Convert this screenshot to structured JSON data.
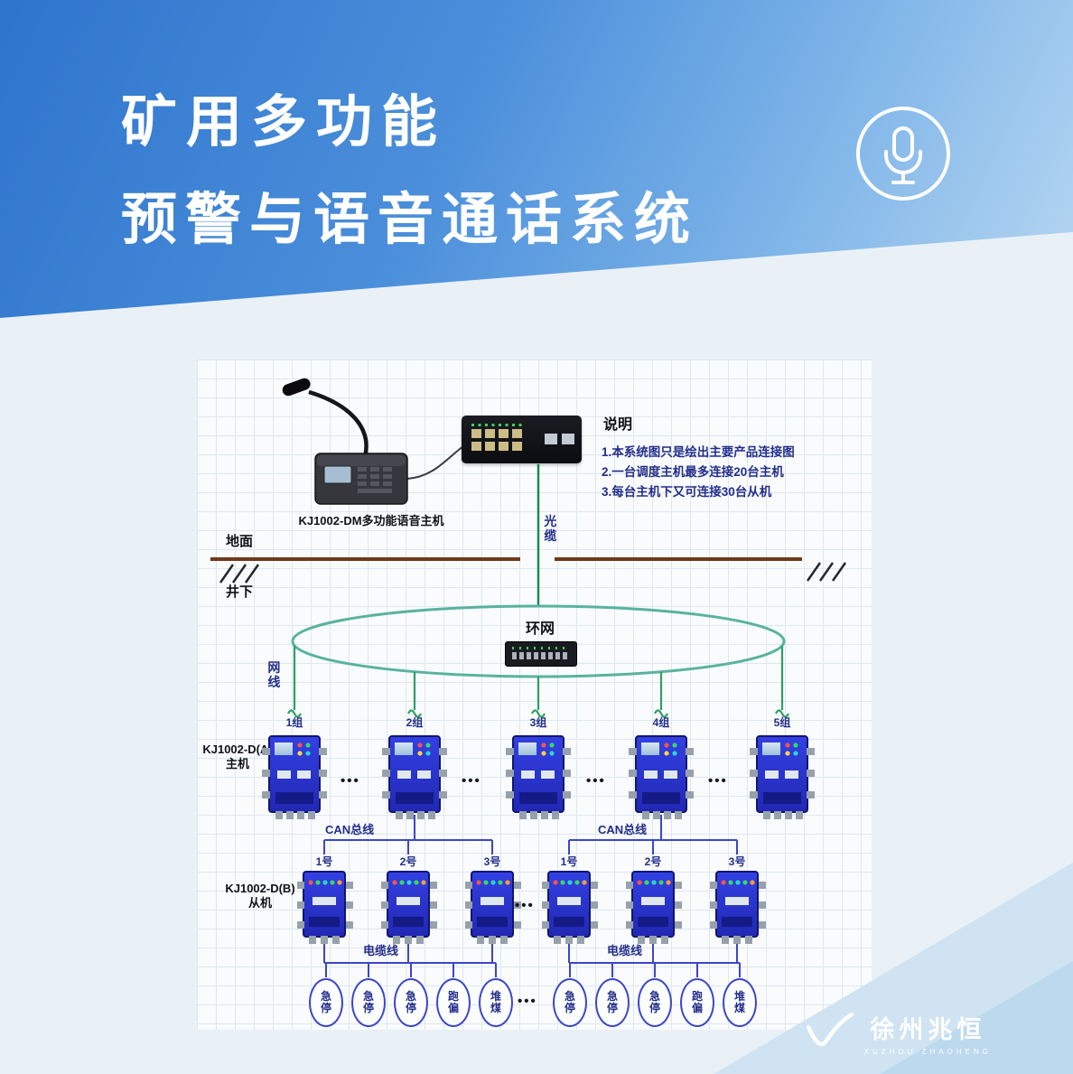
{
  "header": {
    "title_line1": "矿用多功能",
    "title_line2": "预警与语音通话系统"
  },
  "notes": {
    "title": "说明",
    "items": [
      "1.本系统图只是绘出主要产品连接图",
      "2.一台调度主机最多连接20台主机",
      "3.每台主机下又可连接30台从机"
    ]
  },
  "diagram": {
    "console_label": "KJ1002-DM多功能语音主机",
    "optical_cable": "光缆",
    "ground": "地面",
    "underground": "井下",
    "ring_network": "环网",
    "network_cable": "网线",
    "can_bus": "CAN总线",
    "cable_line": "电缆线",
    "host_model": "KJ1002-D(A)",
    "host_role": "主机",
    "slave_model": "KJ1002-D(B)",
    "slave_role": "从机",
    "ellipsis": "•••",
    "host_groups": [
      "1组",
      "2组",
      "3组",
      "4组",
      "5组"
    ],
    "slave_units": [
      "1号",
      "2号",
      "3号",
      "1号",
      "2号",
      "3号"
    ],
    "sensors": [
      "急停",
      "急停",
      "急停",
      "跑偏",
      "堆煤",
      "急停",
      "急停",
      "急停",
      "跑偏",
      "堆煤"
    ]
  },
  "footer": {
    "brand": "徐州兆恒",
    "brand_en": "XUZHOU ZHAOHENG"
  },
  "colors": {
    "header_blue": "#2e74cc",
    "device_blue": "#2a32cf",
    "line_green": "#2f9e63",
    "bus_blue": "#3b46c8",
    "ring_teal": "#58b39e",
    "ground_brown": "#6e3a1a"
  }
}
